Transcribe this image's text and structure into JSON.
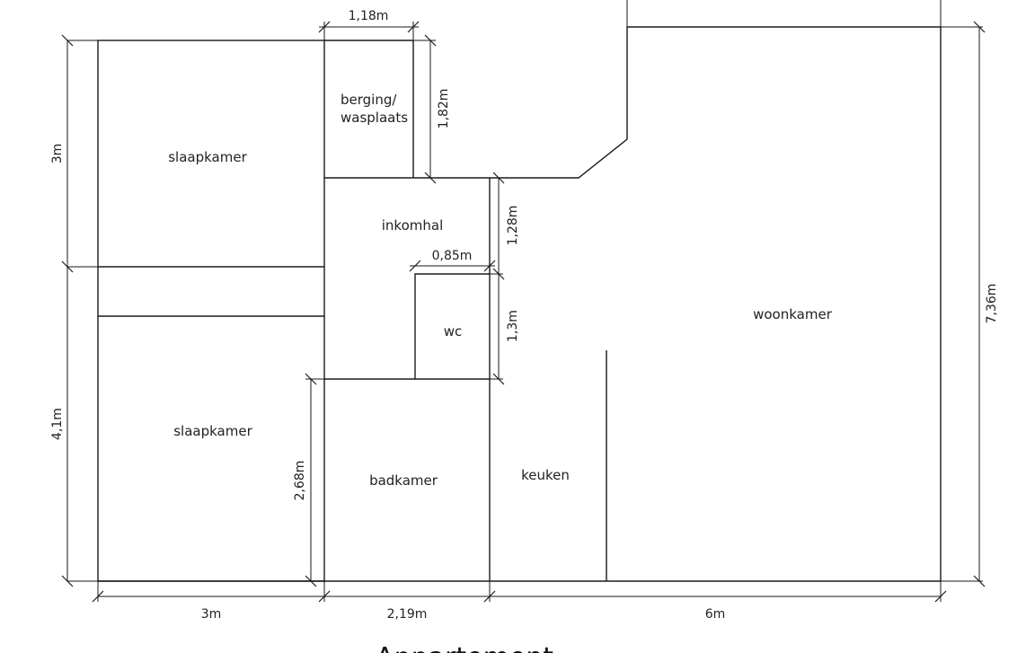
{
  "rooms": {
    "bedroom_top": "slaapkamer",
    "storage": "berging/\nwasplaats",
    "storage_line1": "berging/",
    "storage_line2": "wasplaats",
    "hall": "inkomhal",
    "wc": "wc",
    "living": "woonkamer",
    "bedroom_bottom": "slaapkamer",
    "bathroom": "badkamer",
    "kitchen": "keuken"
  },
  "dimensions": {
    "storage_width": "1,18m",
    "storage_depth": "1,82m",
    "bedroom_top_depth": "3m",
    "bedroom_bottom_depth": "4,1m",
    "hall_depth": "1,28m",
    "wc_width": "0,85m",
    "wc_depth": "1,3m",
    "bathroom_depth": "2,68m",
    "total_depth": "7,36m",
    "bottom_left": "3m",
    "bottom_mid": "2,19m",
    "bottom_right": "6m"
  },
  "caption": "Appartement"
}
